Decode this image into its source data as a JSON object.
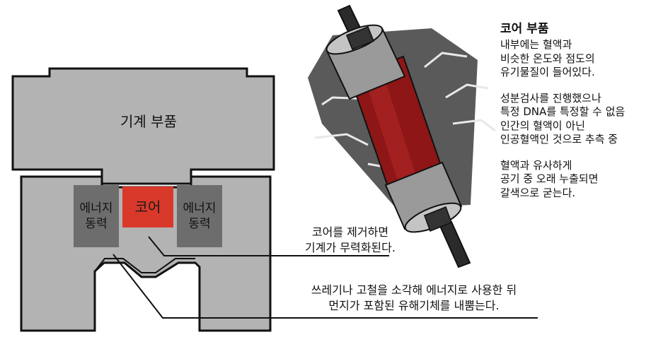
{
  "diagram": {
    "machine_label": "기계 부품",
    "core_label": "코어",
    "energy_left": "에너지\n동력",
    "energy_right": "에너지\n동력",
    "callout_core": [
      "코어를 제거하면",
      "기계가 무력화된다."
    ],
    "callout_energy": [
      "쓰레기나 고철을 소각해 에너지로 사용한 뒤",
      "먼지가 포함된 유해기체를 내뿜는다."
    ]
  },
  "core_part": {
    "title": "코어 부품",
    "para1": [
      "내부에는 혈액과",
      "비슷한 온도와 점도의",
      "유기물질이 들어있다."
    ],
    "para2": [
      "성분검사를 진행했으나",
      "특정 DNA를 특정할 수 없음",
      "인간의 혈액이 아닌",
      "인공혈액인 것으로 추측 중"
    ],
    "para3": [
      "혈액과 유사하게",
      "공기 중 오래 누출되면",
      "갈색으로 굳는다."
    ]
  },
  "colors": {
    "machine_fill": "#b3b3b3",
    "energy_fill": "#6d6d6d",
    "core_fill": "#d9392a",
    "outline": "#111111",
    "blood": "#8e1616",
    "metal": "#9a9a9a",
    "backdrop": "#5a5a5a"
  }
}
